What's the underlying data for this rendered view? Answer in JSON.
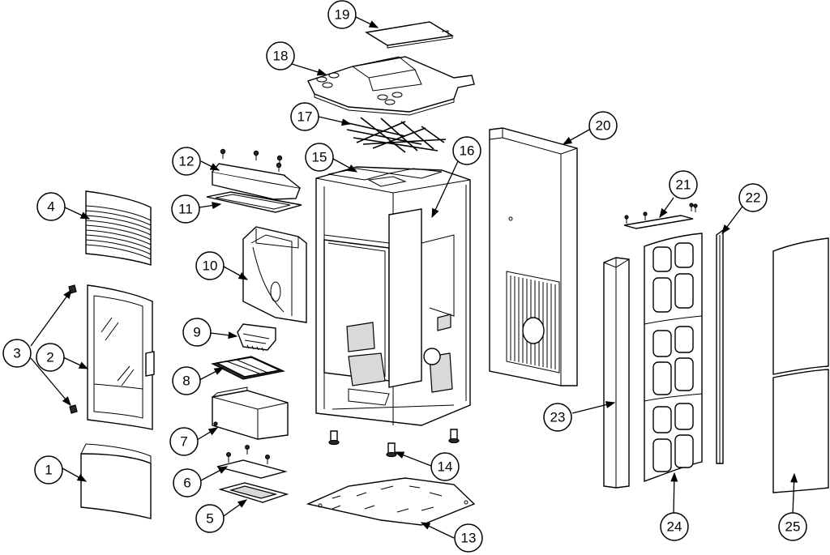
{
  "callouts": [
    {
      "label": "1"
    },
    {
      "label": "2"
    },
    {
      "label": "3"
    },
    {
      "label": "4"
    },
    {
      "label": "5"
    },
    {
      "label": "6"
    },
    {
      "label": "7"
    },
    {
      "label": "8"
    },
    {
      "label": "9"
    },
    {
      "label": "10"
    },
    {
      "label": "11"
    },
    {
      "label": "12"
    },
    {
      "label": "13"
    },
    {
      "label": "14"
    },
    {
      "label": "15"
    },
    {
      "label": "16"
    },
    {
      "label": "17"
    },
    {
      "label": "18"
    },
    {
      "label": "19"
    },
    {
      "label": "20"
    },
    {
      "label": "21"
    },
    {
      "label": "22"
    },
    {
      "label": "23"
    },
    {
      "label": "24"
    },
    {
      "label": "25"
    }
  ],
  "colors": {
    "line": "#000000",
    "background": "#ffffff",
    "fill_dark": "#2a2a2a",
    "fill_grey": "#d9d9d9"
  }
}
